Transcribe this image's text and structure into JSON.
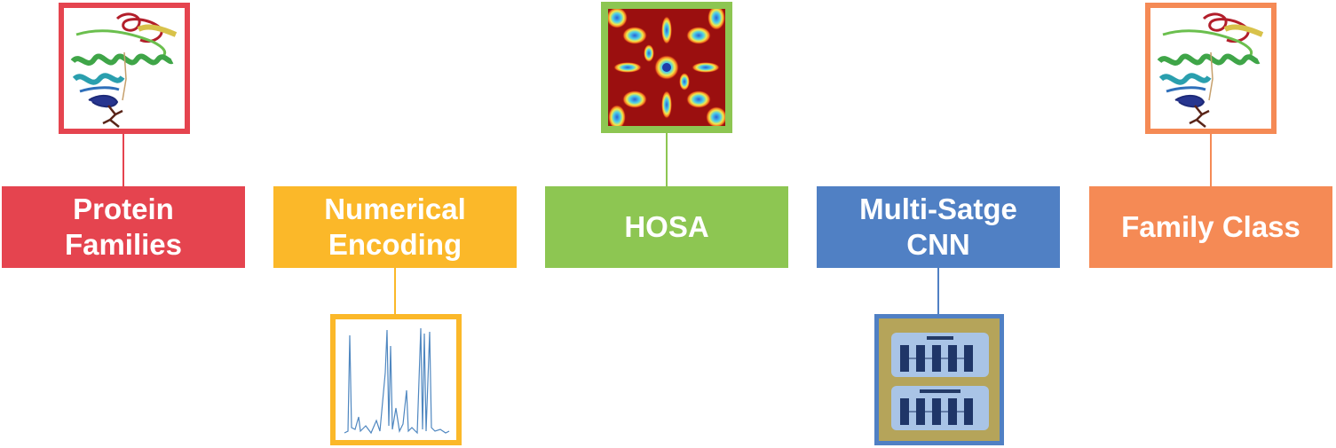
{
  "stages": [
    {
      "id": "protein-families",
      "lines": [
        "Protein",
        "Families"
      ],
      "color": "#e5444f"
    },
    {
      "id": "numerical-encoding",
      "lines": [
        "Numerical",
        "Encoding"
      ],
      "color": "#fbb829"
    },
    {
      "id": "hosa",
      "lines": [
        "HOSA"
      ],
      "color": "#8dc652"
    },
    {
      "id": "multi-stage-cnn",
      "lines": [
        "Multi-Satge",
        "CNN"
      ],
      "color": "#5080c4"
    },
    {
      "id": "family-class",
      "lines": [
        "Family Class"
      ],
      "color": "#f58a55"
    }
  ],
  "thumbnails": [
    {
      "stage": "protein-families",
      "icon": "protein-structure-icon",
      "border": "#e5444f"
    },
    {
      "stage": "numerical-encoding",
      "icon": "signal-plot-icon",
      "border": "#fbb829"
    },
    {
      "stage": "hosa",
      "icon": "bispectrum-heatmap-icon",
      "border": "#8dc652"
    },
    {
      "stage": "multi-stage-cnn",
      "icon": "cnn-architecture-icon",
      "border": "#5080c4"
    },
    {
      "stage": "family-class",
      "icon": "protein-structure-icon",
      "border": "#f58a55"
    }
  ]
}
